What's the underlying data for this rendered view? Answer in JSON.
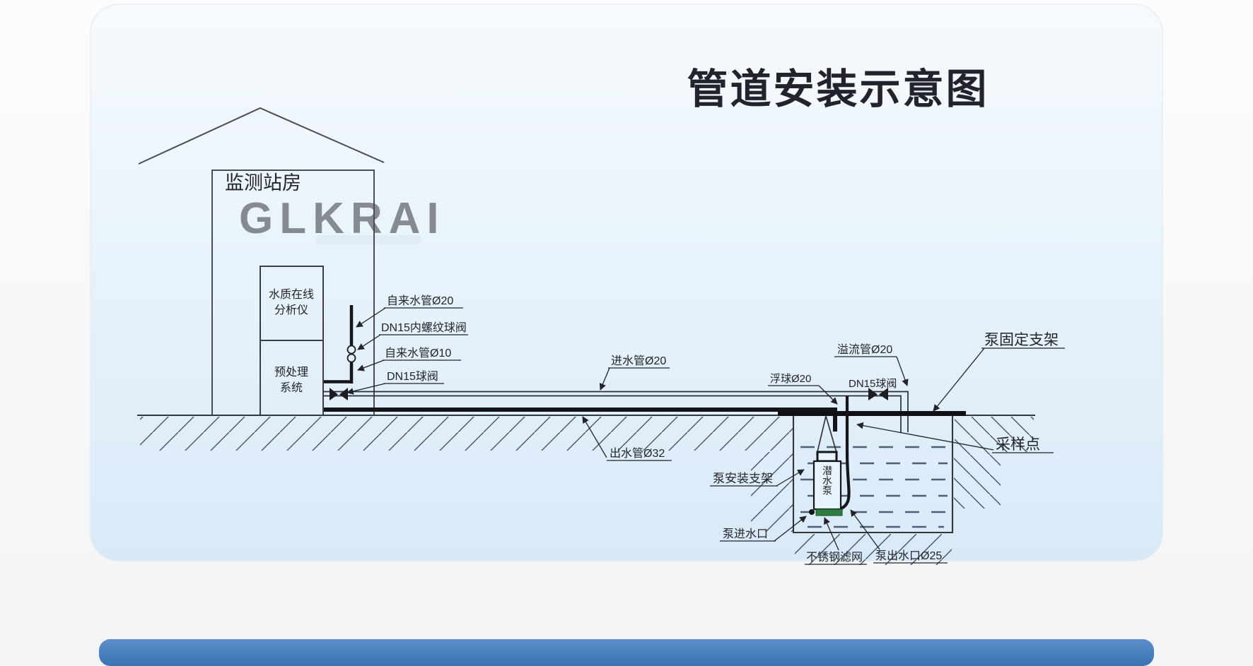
{
  "title": "管道安装示意图",
  "watermark": "GLKRAI",
  "station": {
    "name": "监测站房",
    "analyzer_line1": "水质在线",
    "analyzer_line2": "分析仪",
    "pretreatment_line1": "预处理",
    "pretreatment_line2": "系统"
  },
  "pump": {
    "name": "潜水泵"
  },
  "labels": {
    "tap_pipe_20": "自来水管Ø20",
    "dn15_threaded_valve": "DN15内螺纹球阀",
    "tap_pipe_10": "自来水管Ø10",
    "dn15_valve_left": "DN15球阀",
    "inlet_pipe": "进水管Ø20",
    "outlet_pipe": "出水管Ø32",
    "overflow_pipe": "溢流管Ø20",
    "float_ball": "浮球Ø20",
    "dn15_valve_right": "DN15球阀",
    "pump_fixing_bracket": "泵固定支架",
    "sampling_point": "采样点",
    "pump_mounting_bracket": "泵安装支架",
    "pump_inlet": "泵进水口",
    "stainless_filter": "不锈钢滤网",
    "pump_outlet": "泵出水口Ø25"
  },
  "colors": {
    "title_navy": "#1d3e75",
    "card_blue_top": "#f5fafd",
    "card_blue_bottom": "#d8eaf8",
    "line_dark": "#2b2e36",
    "filter_green": "#2f7d43",
    "bottom_band_blue": "#4a82c4"
  }
}
